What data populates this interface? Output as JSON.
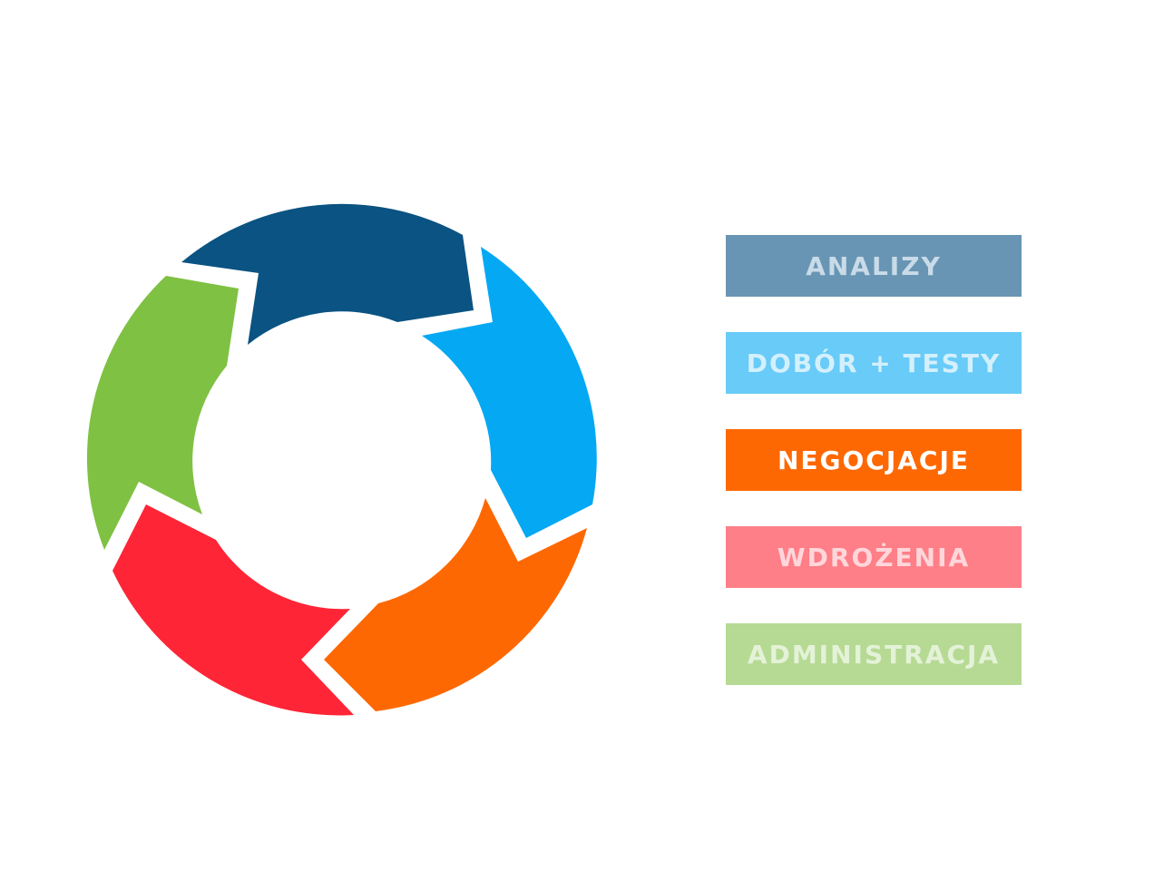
{
  "steps": [
    {
      "label": "ANALIZY",
      "color": "#0a5382",
      "box_color": "#6895b4",
      "text_color": "#c9dbe8"
    },
    {
      "label": "DOBÓR + TESTY",
      "color": "#05a8f3",
      "box_color": "#68cbf8",
      "text_color": "#d3f0fc"
    },
    {
      "label": "NEGOCJACJE",
      "color": "#fe6802",
      "box_color": "#fe6802",
      "text_color": "#ffffff"
    },
    {
      "label": "WDROŻENIA",
      "color": "#fe2536",
      "box_color": "#fe7f88",
      "text_color": "#ffd6da"
    },
    {
      "label": "ADMINISTRACJA",
      "color": "#7fc143",
      "box_color": "#b6da94",
      "text_color": "#e4f2d8"
    }
  ]
}
